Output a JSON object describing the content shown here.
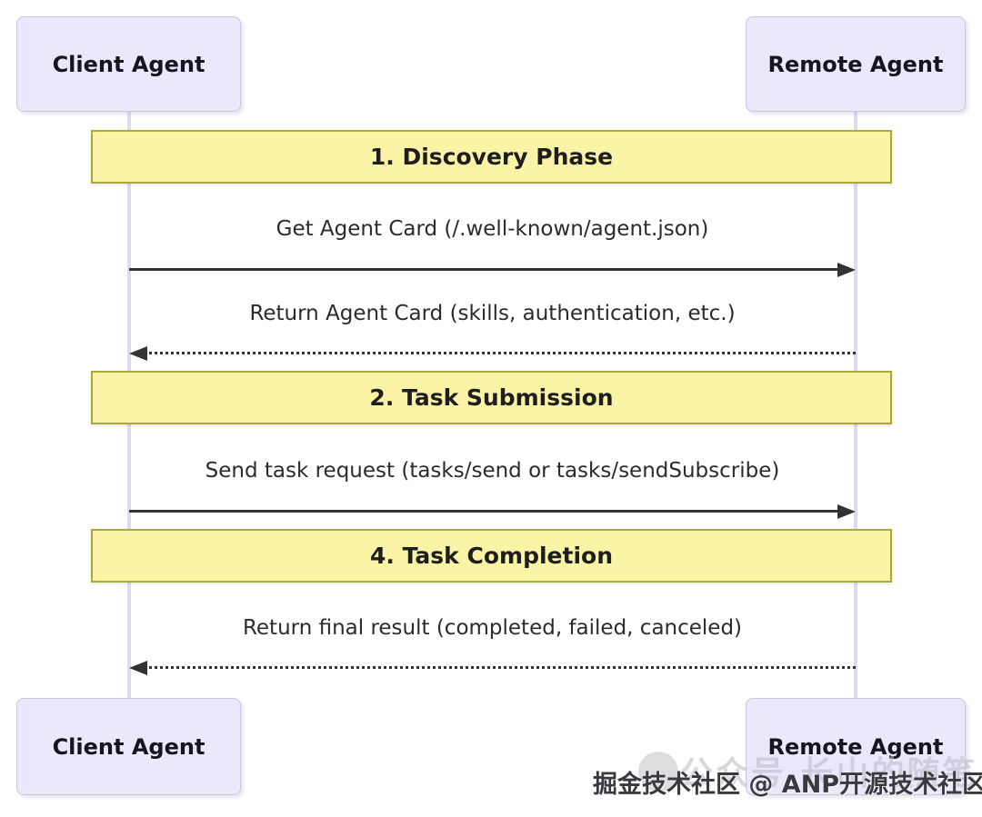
{
  "diagram": {
    "actors": {
      "client": "Client Agent",
      "remote": "Remote Agent"
    },
    "phases": [
      {
        "label": "1. Discovery Phase"
      },
      {
        "label": "2. Task Submission"
      },
      {
        "label": "4. Task Completion"
      }
    ],
    "messages": [
      {
        "text": "Get Agent Card (/.well-known/agent.json)",
        "direction": "right",
        "line_style": "solid"
      },
      {
        "text": "Return Agent Card (skills, authentication, etc.)",
        "direction": "left",
        "line_style": "dotted"
      },
      {
        "text": "Send task request (tasks/send or tasks/sendSubscribe)",
        "direction": "right",
        "line_style": "solid"
      },
      {
        "text": "Return final result (completed, failed, canceled)",
        "direction": "left",
        "line_style": "dotted"
      }
    ],
    "colors": {
      "actor_fill": "#E9E9FB",
      "actor_border": "#C7C7E2",
      "phase_fill": "#FBF3A6",
      "phase_border": "#A9A93B",
      "lifeline": "#DCDCEE",
      "arrow": "#333333",
      "text": "#1E1E1E"
    }
  },
  "watermark": {
    "dark_text": "掘金技术社区 @ ANP开源技术社区",
    "faint_text": "公众号 长山的随笔"
  }
}
